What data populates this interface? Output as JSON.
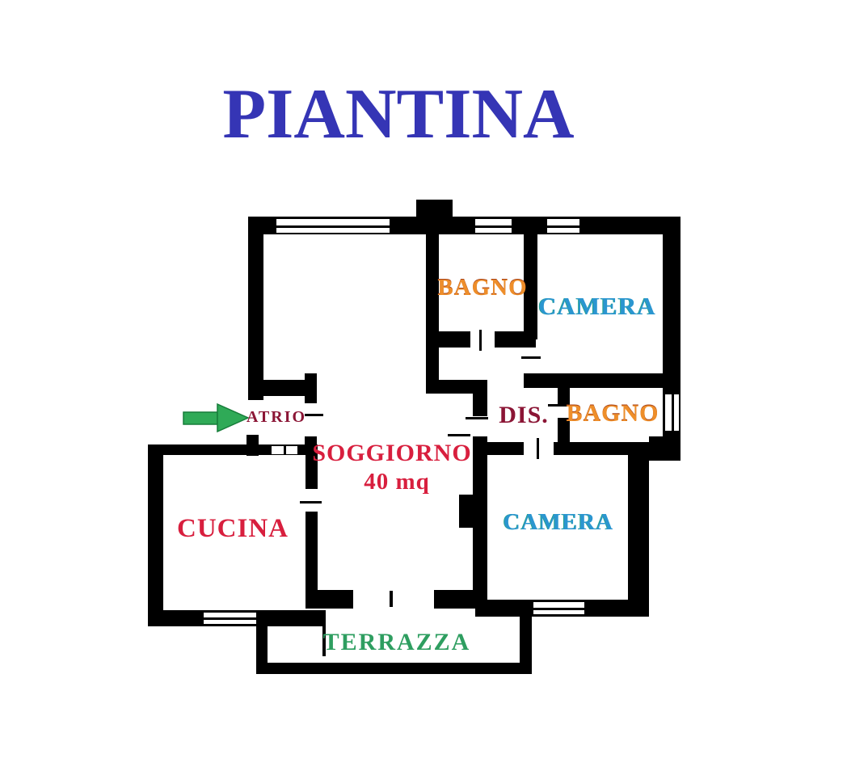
{
  "title": "PIANTINA",
  "title_color": "#3535b5",
  "plan": {
    "wall_color": "#000000",
    "entry_arrow": {
      "icon": "arrow-right",
      "color": "#2faa57",
      "outline": "#177d3a"
    },
    "rooms": {
      "soggiorno": {
        "label": "SOGGIORNO",
        "area": "40 mq",
        "color": "#d81f3e"
      },
      "cucina": {
        "label": "CUCINA",
        "color": "#d81f3e"
      },
      "atrio": {
        "label": "ATRIO",
        "color": "#8b1535"
      },
      "dis": {
        "label": "DIS.",
        "color": "#8b1535"
      },
      "bagno_top": {
        "label": "BAGNO",
        "color": "#ee8e2a"
      },
      "bagno_right": {
        "label": "BAGNO",
        "color": "#ee8e2a"
      },
      "camera_top": {
        "label": "CAMERA",
        "color": "#2b96d0"
      },
      "camera_bottom": {
        "label": "CAMERA",
        "color": "#2b96d0"
      },
      "terrazza": {
        "label": "TERRAZZA",
        "color": "#2e9e60"
      }
    }
  }
}
